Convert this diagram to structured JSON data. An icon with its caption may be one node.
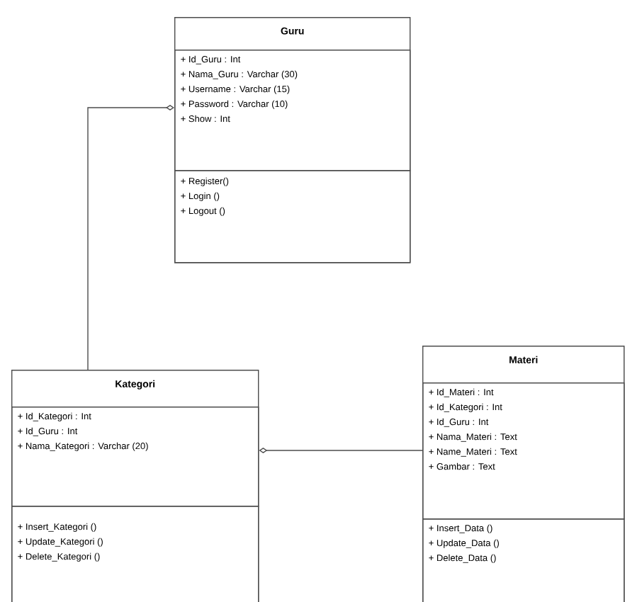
{
  "diagram": {
    "nodes": [
      {
        "text": [
          "Guru"
        ]
      },
      {
        "text": [
          "+ Id_Guru : Int",
          "+ Nama_Guru : Varchar (30)",
          "+ Username : Varchar (15)",
          "+ Password : Varchar (10)",
          "+ Show : Int"
        ],
        "in": 0
      },
      {
        "text": [
          "+ Register()",
          "+ Login ()",
          "+ Logout ()"
        ],
        "in": 0
      },
      {
        "text": [
          "Kategori"
        ]
      },
      {
        "text": [
          "+ Id_Kategori : Int",
          "+ Id_Guru : Int",
          "+ Nama_Kategori : Varchar (20)"
        ],
        "in": 3
      },
      {
        "text": [
          "+ Insert_Kategori ()",
          "+ Update_Kategori ()",
          "+ Delete_Kategori ()"
        ],
        "in": 3
      },
      {
        "text": [
          "Materi"
        ]
      },
      {
        "text": [
          "+ Id_Materi : Int",
          "+ Id_Kategori : Int",
          "+ Id_Guru : Int",
          "+ Nama_Materi : Text",
          "+ Name_Materi : Text",
          "+ Gambar : Text"
        ],
        "in": 6
      },
      {
        "text": [
          "+ Insert_Data ()",
          "+ Update_Data ()",
          "+ Delete_Data ()"
        ],
        "in": 6
      }
    ],
    "edges": [
      {
        "from": 3,
        "to": 0,
        "arrow": "other"
      },
      {
        "from": 6,
        "to": 3,
        "arrow": "other"
      }
    ]
  }
}
